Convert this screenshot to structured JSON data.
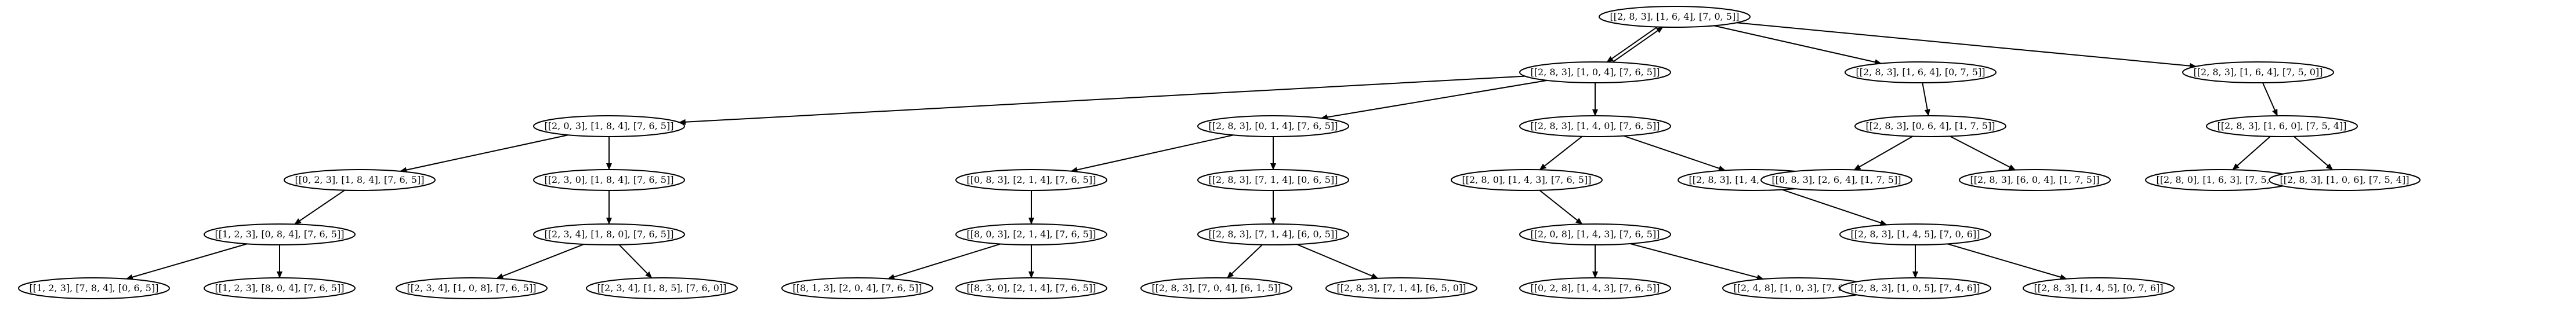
{
  "graph": {
    "nodes": [
      {
        "id": "n0",
        "label": "[[2, 8, 3], [1, 6, 4], [7, 0, 5]]"
      },
      {
        "id": "n1",
        "label": "[[2, 8, 3], [1, 0, 4], [7, 6, 5]]"
      },
      {
        "id": "n2",
        "label": "[[2, 8, 3], [1, 6, 4], [0, 7, 5]]"
      },
      {
        "id": "n3",
        "label": "[[2, 8, 3], [1, 6, 4], [7, 5, 0]]"
      },
      {
        "id": "n4",
        "label": "[[2, 0, 3], [1, 8, 4], [7, 6, 5]]"
      },
      {
        "id": "n5",
        "label": "[[2, 8, 3], [0, 1, 4], [7, 6, 5]]"
      },
      {
        "id": "n6",
        "label": "[[2, 8, 3], [1, 4, 0], [7, 6, 5]]"
      },
      {
        "id": "n7",
        "label": "[[2, 8, 3], [0, 6, 4], [1, 7, 5]]"
      },
      {
        "id": "n8",
        "label": "[[2, 8, 3], [1, 6, 0], [7, 5, 4]]"
      },
      {
        "id": "n9",
        "label": "[[0, 2, 3], [1, 8, 4], [7, 6, 5]]"
      },
      {
        "id": "n10",
        "label": "[[2, 3, 0], [1, 8, 4], [7, 6, 5]]"
      },
      {
        "id": "n11",
        "label": "[[0, 8, 3], [2, 1, 4], [7, 6, 5]]"
      },
      {
        "id": "n12",
        "label": "[[2, 8, 3], [7, 1, 4], [0, 6, 5]]"
      },
      {
        "id": "n13",
        "label": "[[2, 8, 0], [1, 4, 3], [7, 6, 5]]"
      },
      {
        "id": "n14",
        "label": "[[2, 8, 3], [1, 4, 5], [7, 6, 0]]"
      },
      {
        "id": "n15",
        "label": "[[0, 8, 3], [2, 6, 4], [1, 7, 5]]"
      },
      {
        "id": "n16",
        "label": "[[2, 8, 3], [6, 0, 4], [1, 7, 5]]"
      },
      {
        "id": "n17",
        "label": "[[2, 8, 0], [1, 6, 3], [7, 5, 4]]"
      },
      {
        "id": "n18",
        "label": "[[2, 8, 3], [1, 0, 6], [7, 5, 4]]"
      },
      {
        "id": "n19",
        "label": "[[1, 2, 3], [0, 8, 4], [7, 6, 5]]"
      },
      {
        "id": "n20",
        "label": "[[2, 3, 4], [1, 8, 0], [7, 6, 5]]"
      },
      {
        "id": "n21",
        "label": "[[8, 0, 3], [2, 1, 4], [7, 6, 5]]"
      },
      {
        "id": "n22",
        "label": "[[2, 8, 3], [7, 1, 4], [6, 0, 5]]"
      },
      {
        "id": "n23",
        "label": "[[2, 0, 8], [1, 4, 3], [7, 6, 5]]"
      },
      {
        "id": "n24",
        "label": "[[2, 8, 3], [1, 4, 5], [7, 0, 6]]"
      },
      {
        "id": "n25",
        "label": "[[1, 2, 3], [7, 8, 4], [0, 6, 5]]"
      },
      {
        "id": "n26",
        "label": "[[1, 2, 3], [8, 0, 4], [7, 6, 5]]"
      },
      {
        "id": "n27",
        "label": "[[2, 3, 4], [1, 0, 8], [7, 6, 5]]"
      },
      {
        "id": "n28",
        "label": "[[2, 3, 4], [1, 8, 5], [7, 6, 0]]"
      },
      {
        "id": "n29",
        "label": "[[8, 1, 3], [2, 0, 4], [7, 6, 5]]"
      },
      {
        "id": "n30",
        "label": "[[8, 3, 0], [2, 1, 4], [7, 6, 5]]"
      },
      {
        "id": "n31",
        "label": "[[2, 8, 3], [7, 0, 4], [6, 1, 5]]"
      },
      {
        "id": "n32",
        "label": "[[2, 8, 3], [7, 1, 4], [6, 5, 0]]"
      },
      {
        "id": "n33",
        "label": "[[0, 2, 8], [1, 4, 3], [7, 6, 5]]"
      },
      {
        "id": "n34",
        "label": "[[2, 4, 8], [1, 0, 3], [7, 6, 5]]"
      },
      {
        "id": "n35",
        "label": "[[2, 8, 3], [1, 0, 5], [7, 4, 6]]"
      },
      {
        "id": "n36",
        "label": "[[2, 8, 3], [1, 4, 5], [0, 7, 6]]"
      }
    ],
    "edges": [
      [
        "n0",
        "n1"
      ],
      [
        "n1",
        "n0"
      ],
      [
        "n0",
        "n2"
      ],
      [
        "n0",
        "n3"
      ],
      [
        "n1",
        "n4"
      ],
      [
        "n1",
        "n5"
      ],
      [
        "n1",
        "n6"
      ],
      [
        "n2",
        "n7"
      ],
      [
        "n3",
        "n8"
      ],
      [
        "n4",
        "n9"
      ],
      [
        "n4",
        "n10"
      ],
      [
        "n5",
        "n11"
      ],
      [
        "n5",
        "n12"
      ],
      [
        "n6",
        "n13"
      ],
      [
        "n6",
        "n14"
      ],
      [
        "n7",
        "n15"
      ],
      [
        "n7",
        "n16"
      ],
      [
        "n8",
        "n17"
      ],
      [
        "n8",
        "n18"
      ],
      [
        "n9",
        "n19"
      ],
      [
        "n10",
        "n20"
      ],
      [
        "n11",
        "n21"
      ],
      [
        "n12",
        "n22"
      ],
      [
        "n13",
        "n23"
      ],
      [
        "n14",
        "n24"
      ],
      [
        "n19",
        "n25"
      ],
      [
        "n19",
        "n26"
      ],
      [
        "n20",
        "n27"
      ],
      [
        "n20",
        "n28"
      ],
      [
        "n21",
        "n29"
      ],
      [
        "n21",
        "n30"
      ],
      [
        "n22",
        "n31"
      ],
      [
        "n22",
        "n32"
      ],
      [
        "n23",
        "n33"
      ],
      [
        "n23",
        "n34"
      ],
      [
        "n24",
        "n35"
      ],
      [
        "n24",
        "n36"
      ]
    ]
  }
}
